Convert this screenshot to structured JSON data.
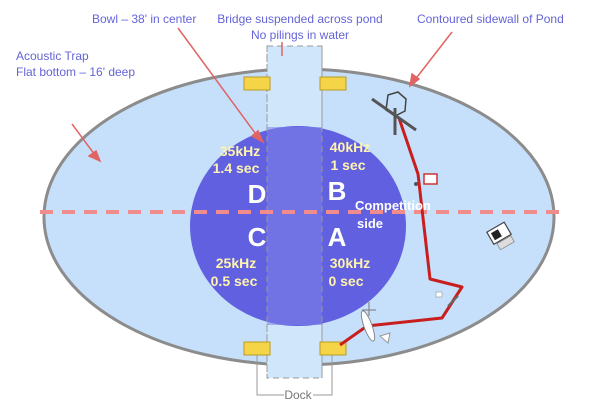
{
  "labels": {
    "bowl": "Bowl – 38' in center",
    "bridge_line1": "Bridge suspended across pond",
    "bridge_line2": "No pilings in water",
    "sidewall": "Contoured sidewall of Pond",
    "trap_line1": "Acoustic Trap",
    "trap_line2": "Flat bottom – 16' deep",
    "competition_line1": "Competition",
    "competition_line2": "side",
    "dock": "Dock"
  },
  "quadrants": [
    {
      "letter": "D",
      "frequency": "35kHz",
      "duration": "1.4 sec"
    },
    {
      "letter": "B",
      "frequency": "40kHz",
      "duration": "1 sec"
    },
    {
      "letter": "C",
      "frequency": "25kHz",
      "duration": "0.5 sec"
    },
    {
      "letter": "A",
      "frequency": "30kHz",
      "duration": "0 sec"
    }
  ],
  "colors": {
    "pond_fill": "#c6e0fb",
    "pond_edge": "#8c8c8c",
    "bowl_fill": "#6060e0",
    "bridge_fill": "#cfe6fb",
    "pad_fill": "#f5d547",
    "annotation": "#6464d8",
    "quadrant_text": "#fff3b0",
    "letter": "#ffffff",
    "pointer": "#e06464",
    "centerline": "#f08c8c",
    "path": "#c81e1e"
  }
}
